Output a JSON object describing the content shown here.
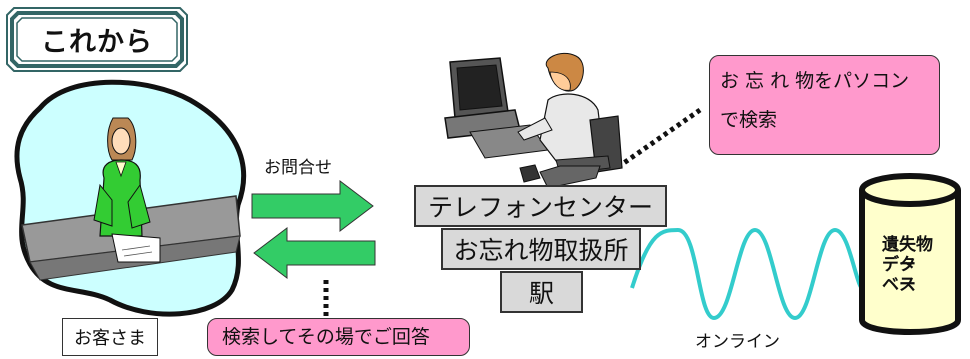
{
  "title": "これから",
  "customer": {
    "label": "お客さま"
  },
  "inquiry_label": "お問合せ",
  "center": {
    "stack": [
      "テレフォンセンター",
      "お忘れ物取扱所",
      "駅"
    ]
  },
  "callouts": {
    "pc_search": {
      "line1": "お 忘 れ 物をパソコン",
      "line2": "で検索"
    },
    "answer": "検索してその場でご回答"
  },
  "online_label": "オンライン",
  "database": {
    "lines": [
      "遺失物",
      "デー",
      "タ",
      "ベー",
      "ス"
    ]
  },
  "colors": {
    "arrow_green": "#33cc66",
    "blob_fill": "#ccffff",
    "callout_pink": "#ff99cc",
    "box_gray": "#d9d9d9",
    "wave": "#33cccc"
  }
}
